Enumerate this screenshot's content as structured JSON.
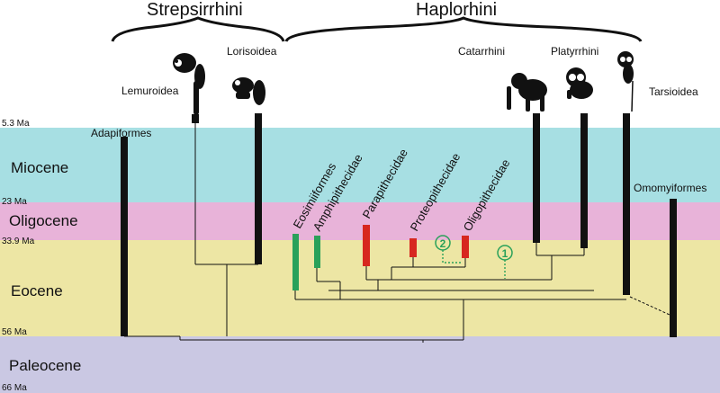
{
  "colors": {
    "miocene": "#a7dfe3",
    "oligocene": "#e8b3d9",
    "eocene": "#ede6a4",
    "paleocene": "#cac8e3",
    "lineage_black": "#111111",
    "eosimiiformes": "#2aa15a",
    "red_families": "#d7281f",
    "ghost_lineage": "#2aa15a"
  },
  "epochs": {
    "miocene": "Miocene",
    "oligocene": "Oligocene",
    "eocene": "Eocene",
    "paleocene": "Paleocene"
  },
  "ages": {
    "a1": "5.3 Ma",
    "a2": "23 Ma",
    "a3": "33.9 Ma",
    "a4": "56 Ma",
    "a5": "66 Ma"
  },
  "clades": {
    "strepsirrhini": "Strepsirrhini",
    "haplorhini": "Haplorhini"
  },
  "groups": {
    "lemuroidea": "Lemuroidea",
    "lorisoidea": "Lorisoidea",
    "adapiformes": "Adapiformes",
    "catarrhini": "Catarrhini",
    "platyrrhini": "Platyrrhini",
    "tarsioidea": "Tarsioidea",
    "omomyiformes": "Omomyiformes"
  },
  "families": {
    "eosimiiformes": "Eosimiiformes",
    "amphipithecidae": "Amphipithecidae",
    "parapithecidae": "Parapithecidae",
    "proteopithecidae": "Proteopithecidae",
    "oligopithecidae": "Oligopithecidae"
  },
  "markers": {
    "m1": "1",
    "m2": "2"
  },
  "icons": [
    "lemur-silhouette",
    "loris-silhouette",
    "chimpanzee-silhouette",
    "monkey-silhouette",
    "tarsier-silhouette"
  ]
}
